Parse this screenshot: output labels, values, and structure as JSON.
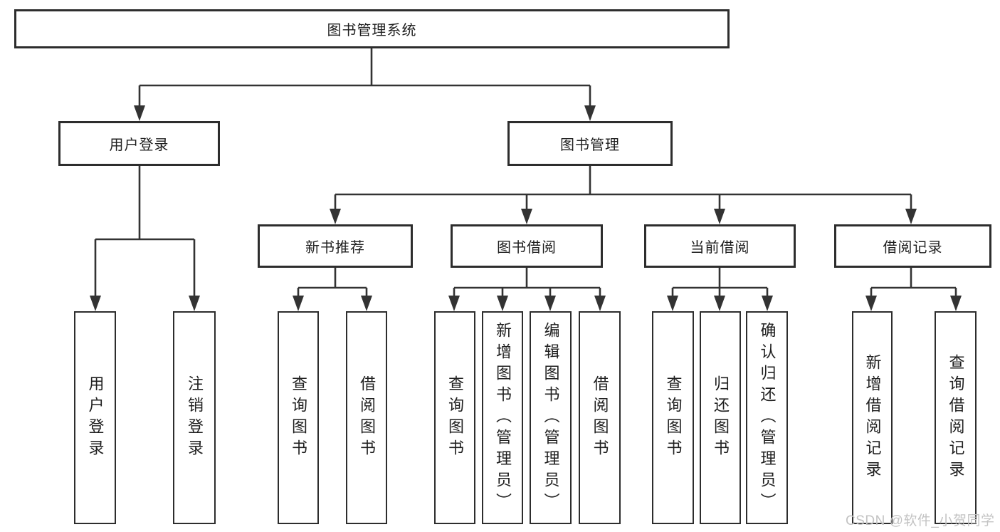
{
  "tree": {
    "root": "图书管理系统",
    "children": [
      {
        "label": "用户登录",
        "children": [
          "用户登录",
          "注销登录"
        ]
      },
      {
        "label": "图书管理",
        "children": [
          {
            "label": "新书推荐",
            "children": [
              "查询图书",
              "借阅图书"
            ]
          },
          {
            "label": "图书借阅",
            "children": [
              "查询图书",
              "新增图书（管理员）",
              "编辑图书（管理员）",
              "借阅图书"
            ]
          },
          {
            "label": "当前借阅",
            "children": [
              "查询图书",
              "归还图书",
              "确认归还（管理员）"
            ]
          },
          {
            "label": "借阅记录",
            "children": [
              "新增借阅记录",
              "查询借阅记录"
            ]
          }
        ]
      }
    ]
  },
  "watermark": "CSDN @软件_小贺同学",
  "colors": {
    "line": "#333333",
    "border": "#2d2d2d",
    "text": "#1f1f1f",
    "watermark": "#c3c3c3",
    "background": "#ffffff"
  }
}
